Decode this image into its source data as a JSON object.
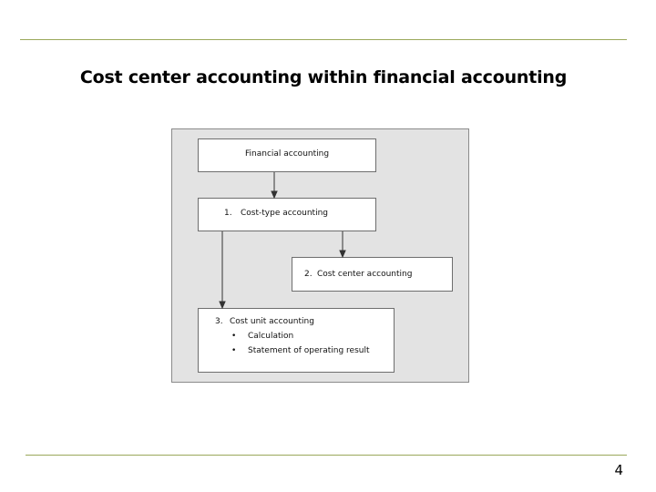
{
  "slide": {
    "title": "Cost center accounting within financial accounting",
    "page_number": "4"
  },
  "diagram": {
    "financial_accounting": "Financial accounting",
    "cost_type": {
      "number": "1.",
      "label": "Cost-type accounting"
    },
    "cost_center": {
      "number": "2.",
      "label": "Cost center accounting"
    },
    "cost_unit": {
      "number": "3.",
      "label": "Cost unit accounting",
      "bullets": [
        "Calculation",
        "Statement of operating result"
      ]
    }
  },
  "colors": {
    "rule": "#9aa85a",
    "panel": "#e3e3e3",
    "box_border": "#6e6e6e",
    "arrow": "#333333"
  }
}
